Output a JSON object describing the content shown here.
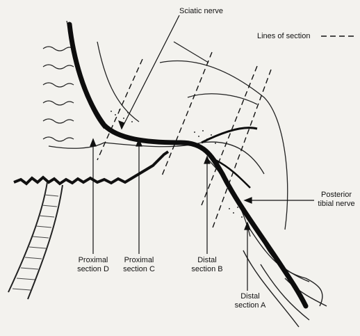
{
  "labels": {
    "sciatic_nerve": "Sciatic nerve",
    "lines_of_section": "Lines of section",
    "posterior_line1": "Posterior",
    "posterior_line2": "tibial nerve",
    "proximal_d_line1": "Proximal",
    "proximal_d_line2": "section D",
    "proximal_c_line1": "Proximal",
    "proximal_c_line2": "section C",
    "distal_b_line1": "Distal",
    "distal_b_line2": "section B",
    "distal_a_line1": "Distal",
    "distal_a_line2": "section A"
  },
  "colors": {
    "ink": "#111111",
    "paper": "#f3f2ee",
    "nerve": "#0d0d0d"
  }
}
